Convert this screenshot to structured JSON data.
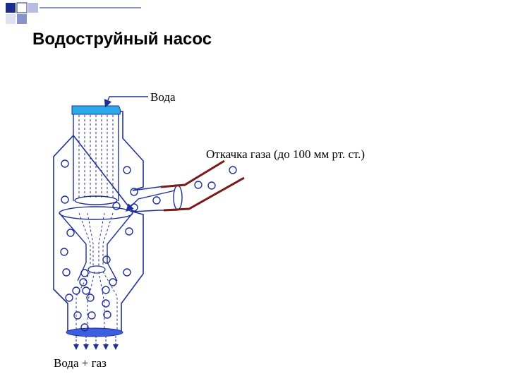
{
  "slide": {
    "title": "Водоструйный насос"
  },
  "diagram": {
    "labels": {
      "water_in": "Вода",
      "gas_pumping": "Откачка газа (до 100 мм рт. ст.)",
      "water_gas_out": "Вода + газ"
    },
    "colors": {
      "outline": "#1f2f9a",
      "water_cap": "#2aa8e8",
      "outlet": "#3c5fe0",
      "gas_line": "#7a1a1a",
      "corner_squares": "#1b2d8a"
    }
  }
}
